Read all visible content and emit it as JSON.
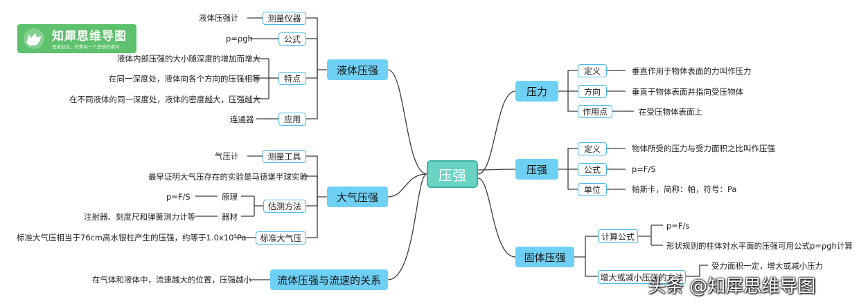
{
  "root": "压强",
  "branches": {
    "liquid": "液体压强",
    "atmos": "大气压强",
    "fluid": "流体压强与流速的关系",
    "pressure": "压力",
    "solid": "压强",
    "solid_p": "固体压强"
  },
  "liquid": {
    "instrument": "测量仪器",
    "instrument_val": "液体压强计",
    "formula": "公式",
    "formula_val": "p=ρgh",
    "features": "特点",
    "feature_1": "液体内部压强的大小随深度的增加而增大",
    "feature_2": "在同一深度处，液体向各个方向的压强相等",
    "feature_3": "在不同液体的同一深度处，液体的密度越大，压强越大",
    "application": "应用",
    "application_val": "连通器"
  },
  "atmos": {
    "tool": "测量工具",
    "tool_val": "气压计",
    "proof": "最早证明大气压存在的实验是马德堡半球实验",
    "estimate": "估测方法",
    "principle": "原理",
    "principle_val": "p=F/S",
    "equipment": "器材",
    "equipment_val": "注射器、刻度尺和弹簧测力计等",
    "standard": "标准大气压",
    "standard_val": "标准大气压相当于76cm高水银柱产生的压强，约等于1.0x10⁵Pa"
  },
  "fluid": {
    "val": "在气体和液体中，流速越大的位置，压强越小"
  },
  "pressure": {
    "def": "定义",
    "def_val": "垂直作用于物体表面的力叫作压力",
    "dir": "方向",
    "dir_val": "垂直于物体表面并指向受压物体",
    "point": "作用点",
    "point_val": "在受压物体表面上"
  },
  "solid": {
    "def": "定义",
    "def_val": "物体所受的压力与受力面积之比叫作压强",
    "formula": "公式",
    "formula_val": "p=F/S",
    "unit": "单位",
    "unit_val": "帕斯卡，简称：帕，符号：Pa"
  },
  "solid_p": {
    "calc": "计算公式",
    "calc_1": "p=F/s",
    "calc_2": "形状规则的柱体对水平面的压强可用公式p=ρgh计算",
    "change": "增大或减小压强的方法",
    "change_1": "受力面积一定，增大或减小压力"
  },
  "logo": {
    "title": "知犀思维导图",
    "subtitle": "思维创造，积累每一个思想的瞬间"
  },
  "watermark": "头条 @知犀思维导图",
  "colors": {
    "root": "#6ad3c3",
    "main": "#6fd0f6",
    "sub_border": "#45b8ea",
    "line": "#3a3a3a",
    "logo": "#5dc16d"
  }
}
